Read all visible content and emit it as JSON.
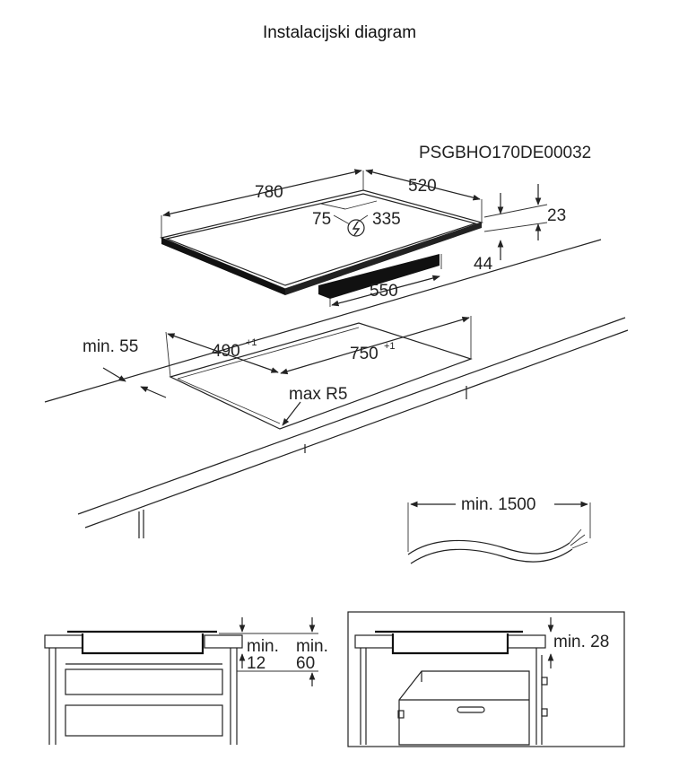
{
  "title": "Instalacijski diagram",
  "model_code": "PSGBHO170DE00032",
  "hob": {
    "width": "780",
    "depth": "520",
    "height": "23",
    "body_height": "44",
    "body_width": "550",
    "terminal_x": "75",
    "terminal_y": "335",
    "power_symbol": "power-connection-icon"
  },
  "cutout": {
    "depth": "490",
    "depth_tol": "+1",
    "width": "750",
    "width_tol": "+1",
    "min_front": "min. 55",
    "corner_radius": "max R5"
  },
  "cable": {
    "min_length": "min. 1500"
  },
  "section_left": {
    "min_label_1": "min.",
    "value_1": "12",
    "min_label_2": "min.",
    "value_2": "60"
  },
  "section_right": {
    "clearance": "min. 28"
  }
}
